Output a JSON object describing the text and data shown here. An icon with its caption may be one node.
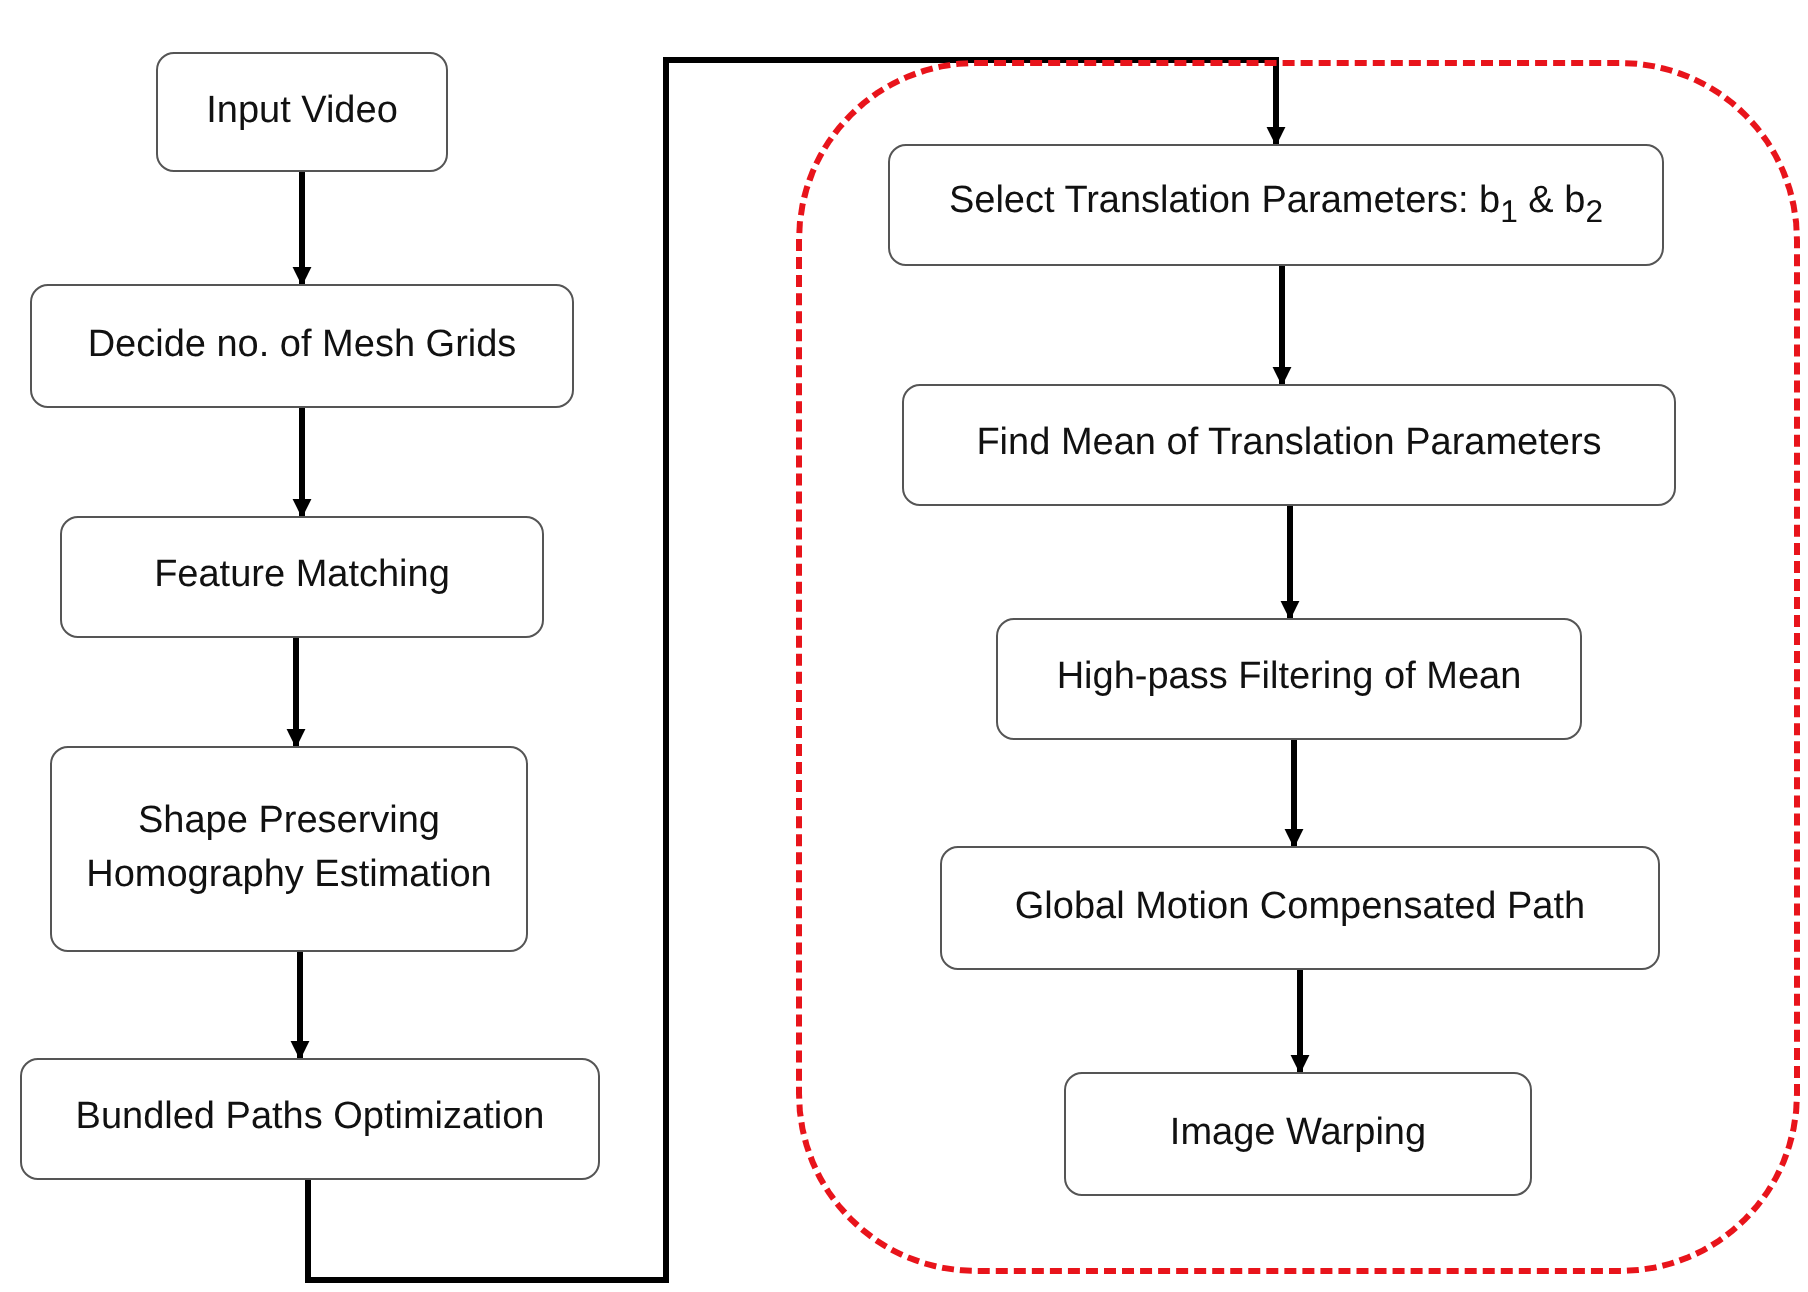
{
  "diagram": {
    "nodes": [
      {
        "text": [
          "Input Video"
        ]
      },
      {
        "text": [
          "Decide no. of Mesh Grids"
        ]
      },
      {
        "text": [
          "Feature Matching"
        ]
      },
      {
        "text": [
          "Shape Preserving Homography Estimation"
        ]
      },
      {
        "text": [
          "Bundled Paths Optimization"
        ]
      },
      {
        "text": [],
        "shape": "box"
      },
      {
        "text": [
          "Select Translation Parameters: b$_{1}$ & b$_{2}$"
        ],
        "in": 5
      },
      {
        "text": [
          "Find Mean of Translation Parameters"
        ],
        "in": 5
      },
      {
        "text": [
          "High-pass Filtering of Mean"
        ],
        "in": 5
      },
      {
        "text": [
          "Global Motion Compensated Path"
        ],
        "in": 5
      },
      {
        "text": [
          "Image Warping"
        ],
        "in": 5
      }
    ],
    "edges": [
      {
        "from": 0,
        "to": 1,
        "arrow": "to"
      },
      {
        "from": 1,
        "to": 2,
        "arrow": "to"
      },
      {
        "from": 2,
        "to": 3,
        "arrow": "to"
      },
      {
        "from": 3,
        "to": 4,
        "arrow": "to"
      },
      {
        "from": 4,
        "to": 6,
        "arrow": "to"
      },
      {
        "from": 6,
        "to": 7,
        "arrow": "to"
      },
      {
        "from": 7,
        "to": 8,
        "arrow": "to"
      },
      {
        "from": 8,
        "to": 9,
        "arrow": "to"
      },
      {
        "from": 9,
        "to": 10,
        "arrow": "to"
      }
    ]
  }
}
